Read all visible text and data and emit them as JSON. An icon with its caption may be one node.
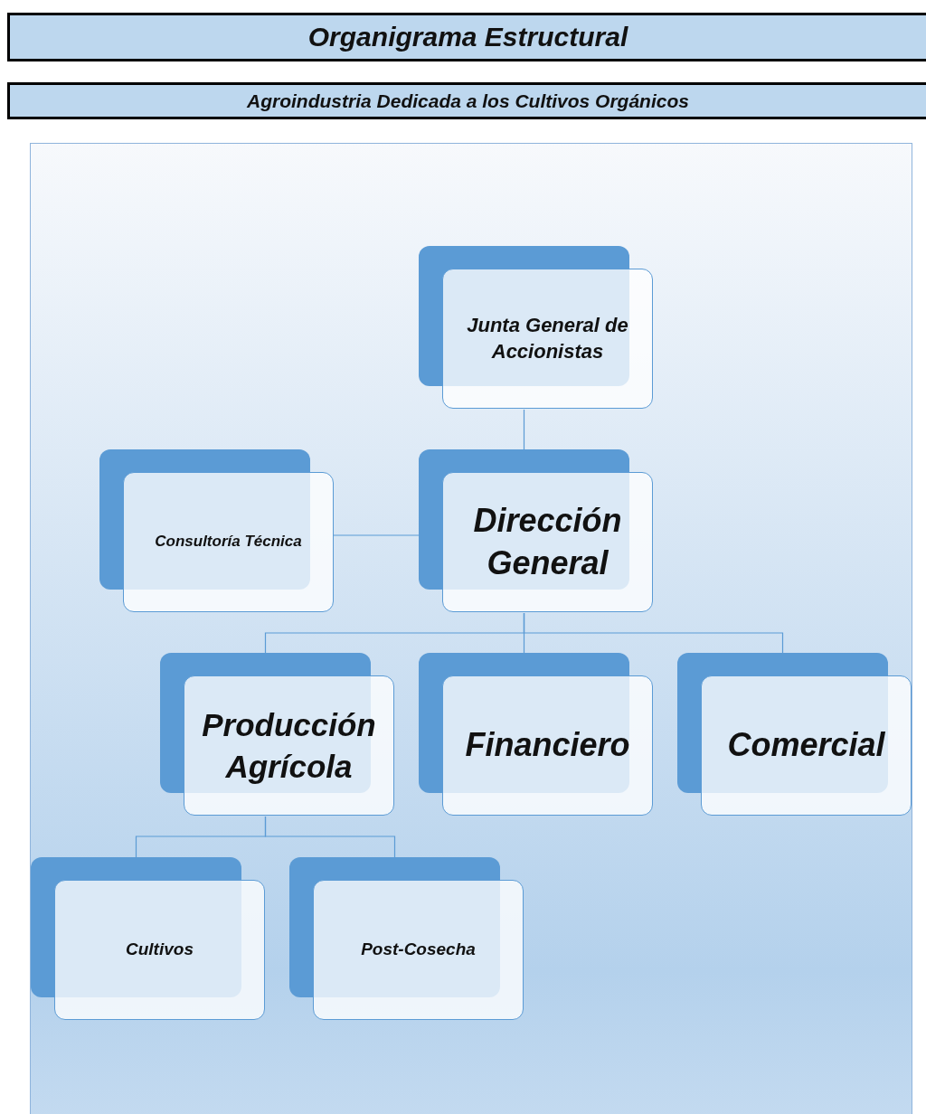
{
  "diagram": {
    "title": "Organigrama Estructural",
    "nodes": [
      {
        "text": [
          "Junta General de Accionistas"
        ]
      },
      {
        "text": [
          "Consultoría Técnica"
        ]
      },
      {
        "text": [
          "Dirección General"
        ]
      },
      {
        "text": [
          "Producción Agrícola"
        ]
      },
      {
        "text": [
          "Financiero"
        ]
      },
      {
        "text": [
          "Comercial"
        ]
      },
      {
        "text": [
          "Cultivos"
        ]
      },
      {
        "text": [
          "Post-Cosecha"
        ]
      }
    ],
    "edges": [
      {
        "from": 0,
        "to": 2,
        "arrow": "none"
      },
      {
        "from": 2,
        "to": 1,
        "arrow": "none"
      },
      {
        "from": 2,
        "to": 3,
        "arrow": "none"
      },
      {
        "from": 2,
        "to": 4,
        "arrow": "none"
      },
      {
        "from": 2,
        "to": 5,
        "arrow": "none"
      },
      {
        "from": 3,
        "to": 6,
        "arrow": "none"
      },
      {
        "from": 3,
        "to": 7,
        "arrow": "none"
      }
    ],
    "labels": [
      "Agroindustria Dedicada a los Cultivos Orgánicos"
    ]
  }
}
